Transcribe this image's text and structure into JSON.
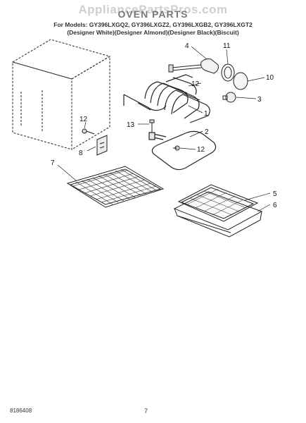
{
  "header": {
    "watermark": "AppliancePartsPros.com",
    "title": "OVEN PARTS",
    "models": "For Models: GY396LXGQ2, GY396LXGZ2, GY396LXGB2, GY396LXGT2",
    "colors": "(Designer White)(Designer Almond)(Designer Black)(Biscuit)"
  },
  "callouts": {
    "c1": "1",
    "c2": "2",
    "c3": "3",
    "c4": "4",
    "c5": "5",
    "c6": "6",
    "c7": "7",
    "c8": "8",
    "c10": "10",
    "c11": "11",
    "c12a": "12",
    "c12b": "12",
    "c12c": "12",
    "c13": "13"
  },
  "footer": {
    "doc_number": "8186408",
    "page_number": "7"
  }
}
